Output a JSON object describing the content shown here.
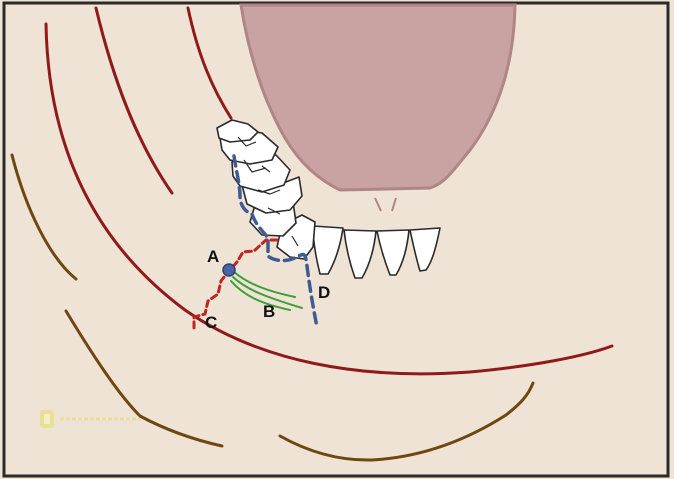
{
  "labels": {
    "a": "A",
    "b": "B",
    "c": "C",
    "d": "D"
  },
  "colors": {
    "background": "#efe3d6",
    "frame": "#2b2b2b",
    "tongue_fill": "#c9a2a2",
    "tongue_stroke": "#b08585",
    "red_curve": "#8e1a1a",
    "brown_curve": "#6e4712",
    "red_dashed": "#c0261f",
    "blue_dashed": "#3e5b92",
    "green_lines": "#3aa035",
    "tooth_fill": "#ffffff",
    "tooth_stroke": "#2a2a2a",
    "marker_yellow": "#e9df97"
  }
}
